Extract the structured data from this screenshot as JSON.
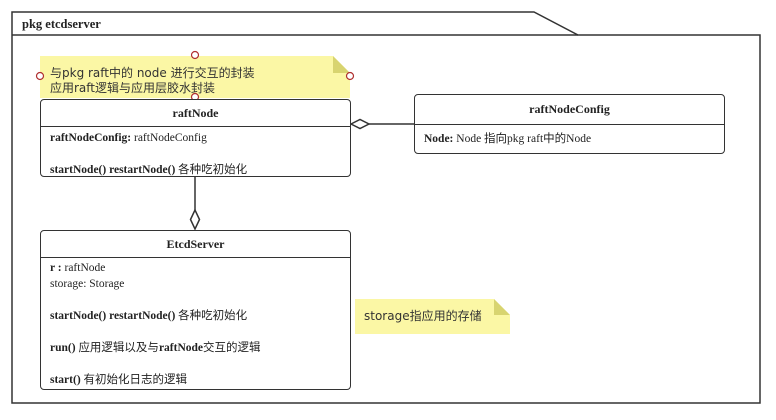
{
  "package": {
    "name": "pkg etcdserver"
  },
  "notes": [
    {
      "lines": [
        "与pkg raft中的 node 进行交互的封装",
        "应用raft逻辑与应用层胶水封装"
      ]
    },
    {
      "lines": [
        "storage指应用的存储"
      ]
    }
  ],
  "classes": {
    "raftNode": {
      "name": "raftNode",
      "attrs": [
        {
          "key": "raftNodeConfig:",
          "rest": " raftNodeConfig"
        }
      ],
      "methods": [
        {
          "key": "startNode() restartNode()",
          "rest": " 各种吃初始化"
        }
      ]
    },
    "raftNodeConfig": {
      "name": "raftNodeConfig",
      "attrs": [
        {
          "key": "Node:",
          "rest": " Node 指向pkg raft中的Node"
        }
      ]
    },
    "etcdServer": {
      "name": "EtcdServer",
      "attrs": [
        {
          "key": "r :",
          "rest": " raftNode"
        },
        {
          "key": "",
          "rest": "storage: Storage"
        }
      ],
      "methods": [
        {
          "key": "startNode() restartNode()",
          "rest": " 各种吃初始化"
        },
        {
          "key": "run()",
          "rest": " 应用逻辑以及与",
          "key2": "raftNode",
          "rest2": "交互的逻辑"
        },
        {
          "key": "start()",
          "rest": " 有初始化日志的逻辑"
        }
      ]
    }
  },
  "colors": {
    "note_fill": "#fbf7a5",
    "note_fold": "#d8d470",
    "line": "#333333",
    "handle": "#b03030"
  }
}
